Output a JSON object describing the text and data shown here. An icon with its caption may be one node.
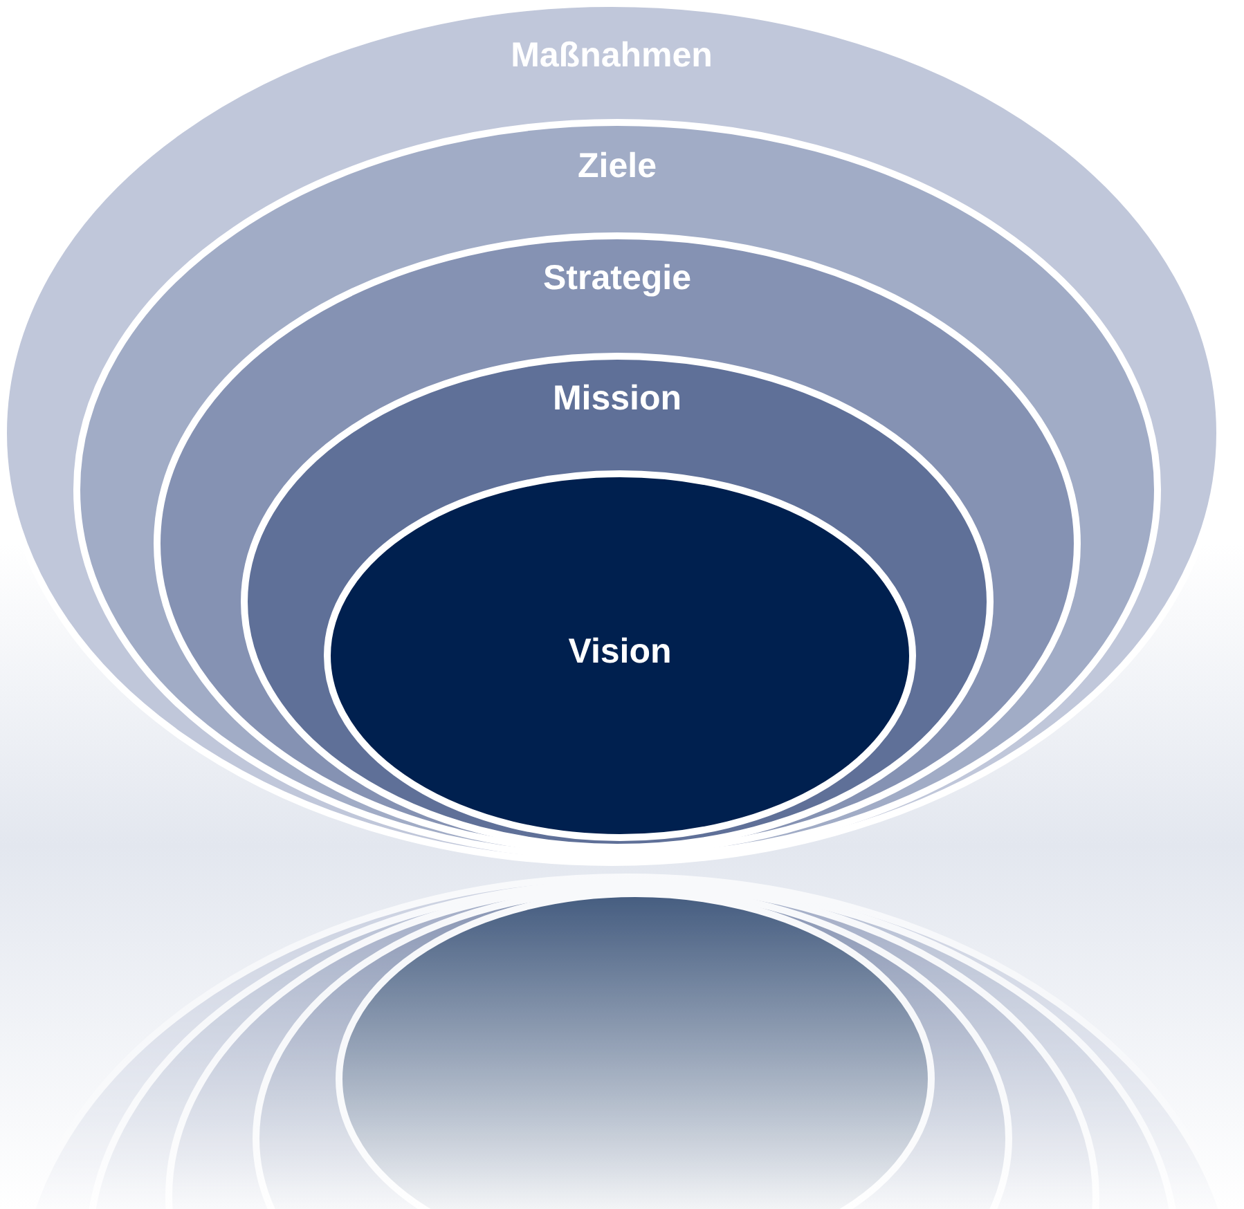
{
  "diagram": {
    "nodes": [
      {
        "text": [
          "Maßnahmen"
        ]
      },
      {
        "text": [
          "Ziele"
        ],
        "in": 0
      },
      {
        "text": [
          "Strategie"
        ],
        "in": 1
      },
      {
        "text": [
          "Mission"
        ],
        "in": 2
      },
      {
        "text": [
          "Vision"
        ],
        "in": 3
      }
    ]
  }
}
